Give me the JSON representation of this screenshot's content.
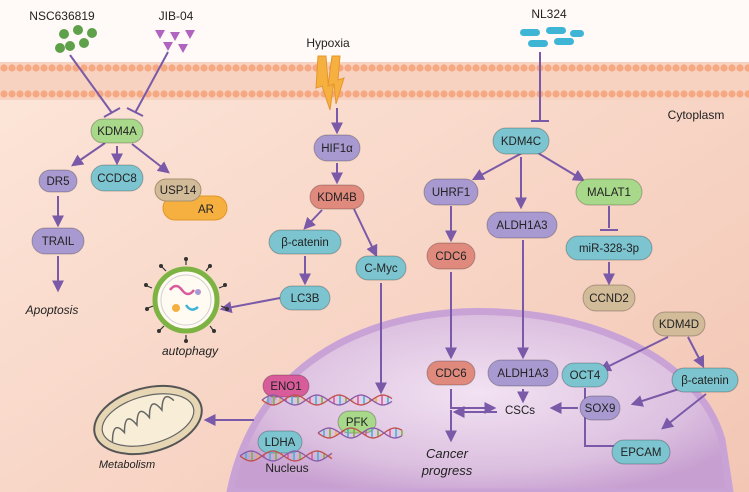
{
  "drugs": {
    "nsc": "NSC636819",
    "jib": "JIB-04",
    "hypoxia": "Hypoxia",
    "nl324": "NL324"
  },
  "labels": {
    "cytoplasm": "Cytoplasm",
    "nucleus": "Nucleus",
    "apoptosis": "Apoptosis",
    "autophagy": "autophagy",
    "metabolism": "Metabolism",
    "cancer_progress_1": "Cancer",
    "cancer_progress_2": "progress"
  },
  "nodes": {
    "kdm4a": "KDM4A",
    "dr5": "DR5",
    "ccdc8": "CCDC8",
    "usp14": "USP14",
    "ar": "AR",
    "trail": "TRAIL",
    "hif1a": "HIF1α",
    "kdm4b": "KDM4B",
    "bcatenin_b": "β-catenin",
    "cmyc": "C-Myc",
    "lc3b": "LC3B",
    "kdm4c": "KDM4C",
    "uhrf1": "UHRF1",
    "aldh1a3_c": "ALDH1A3",
    "malat1": "MALAT1",
    "cdc6_c": "CDC6",
    "mir": "miR-328-3p",
    "ccnd2": "CCND2",
    "kdm4d": "KDM4D",
    "aldh1a3_n": "ALDH1A3",
    "oct4": "OCT4",
    "bcatenin_d": "β-catenin",
    "cdc6_n": "CDC6",
    "cscs": "CSCs",
    "sox9": "SOX9",
    "epcam": "EPCAM",
    "eno1": "ENO1",
    "pfk": "PFK",
    "ldha": "LDHA"
  },
  "colors": {
    "green": "#a8d88a",
    "teal": "#7cc4cf",
    "purple": "#a89ad0",
    "salmon": "#e08a7e",
    "tan": "#d2bb98",
    "orange": "#f5b040",
    "pink": "#d85c9a",
    "arrow": "#7a5aa8"
  }
}
